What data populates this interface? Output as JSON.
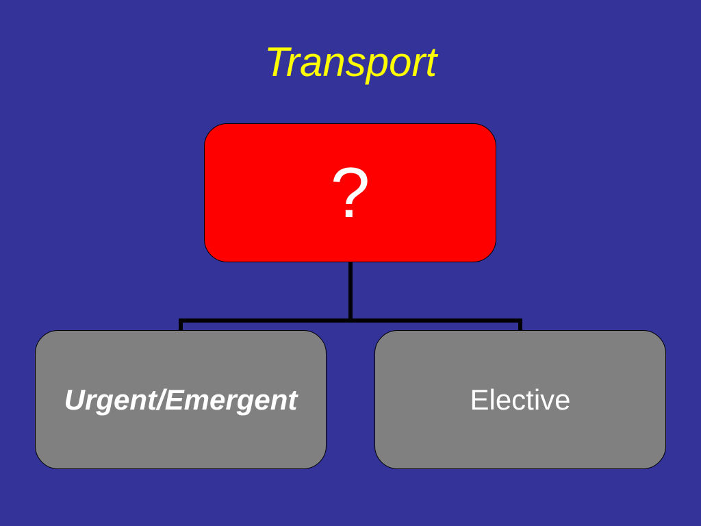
{
  "slide": {
    "title": "Transport",
    "background_color": "#333399",
    "title_color": "#ffff00"
  },
  "diagram": {
    "root": {
      "label": "?",
      "fill": "#ff0000"
    },
    "children": [
      {
        "label": "Urgent/Emergent",
        "fill": "#808080",
        "emphasis": "bold-italic"
      },
      {
        "label": "Elective",
        "fill": "#808080",
        "emphasis": "normal"
      }
    ],
    "connector_color": "#000000"
  }
}
